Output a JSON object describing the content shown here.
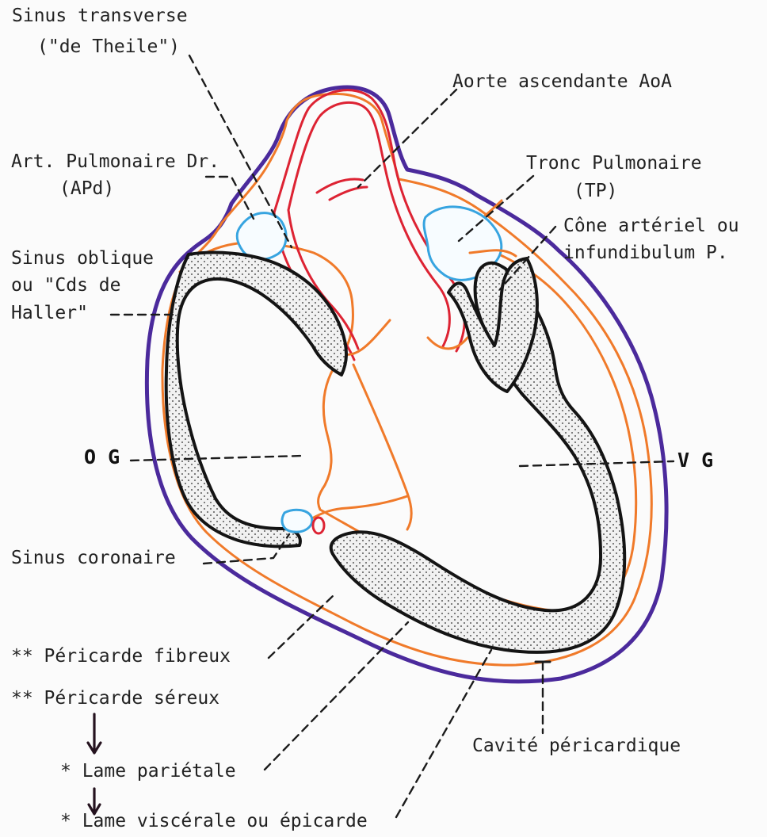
{
  "labels": {
    "sinus_transverse_1": "Sinus transverse",
    "sinus_transverse_2": "(\"de Theile\")",
    "aorte": "Aorte ascendante AoA",
    "art_pulmonaire_1": "Art. Pulmonaire Dr.",
    "art_pulmonaire_2": "(APd)",
    "tronc_1": "Tronc Pulmonaire",
    "tronc_2": "(TP)",
    "cone_1": "Cône artériel ou",
    "cone_2": "infundibulum P.",
    "sinus_oblique_1": "Sinus oblique",
    "sinus_oblique_2": "ou  \"Cds de",
    "sinus_oblique_3": "Haller\"",
    "og": "O G",
    "vg": "V G",
    "sinus_coronaire": "Sinus coronaire",
    "pericarde_fibreux": "** Péricarde fibreux",
    "pericarde_sereux": "** Péricarde séreux",
    "lame_parietale": "* Lame pariétale",
    "lame_viscerale": "* Lame viscérale ou épicarde",
    "cavite": "Cavité péricardique"
  },
  "colors": {
    "outer_membrane": "#4b2a9c",
    "serous_layer": "#f07a2a",
    "aorta": "#dd2333",
    "pulmonary_vessels": "#37a4e0",
    "myocardium": "#141414"
  }
}
